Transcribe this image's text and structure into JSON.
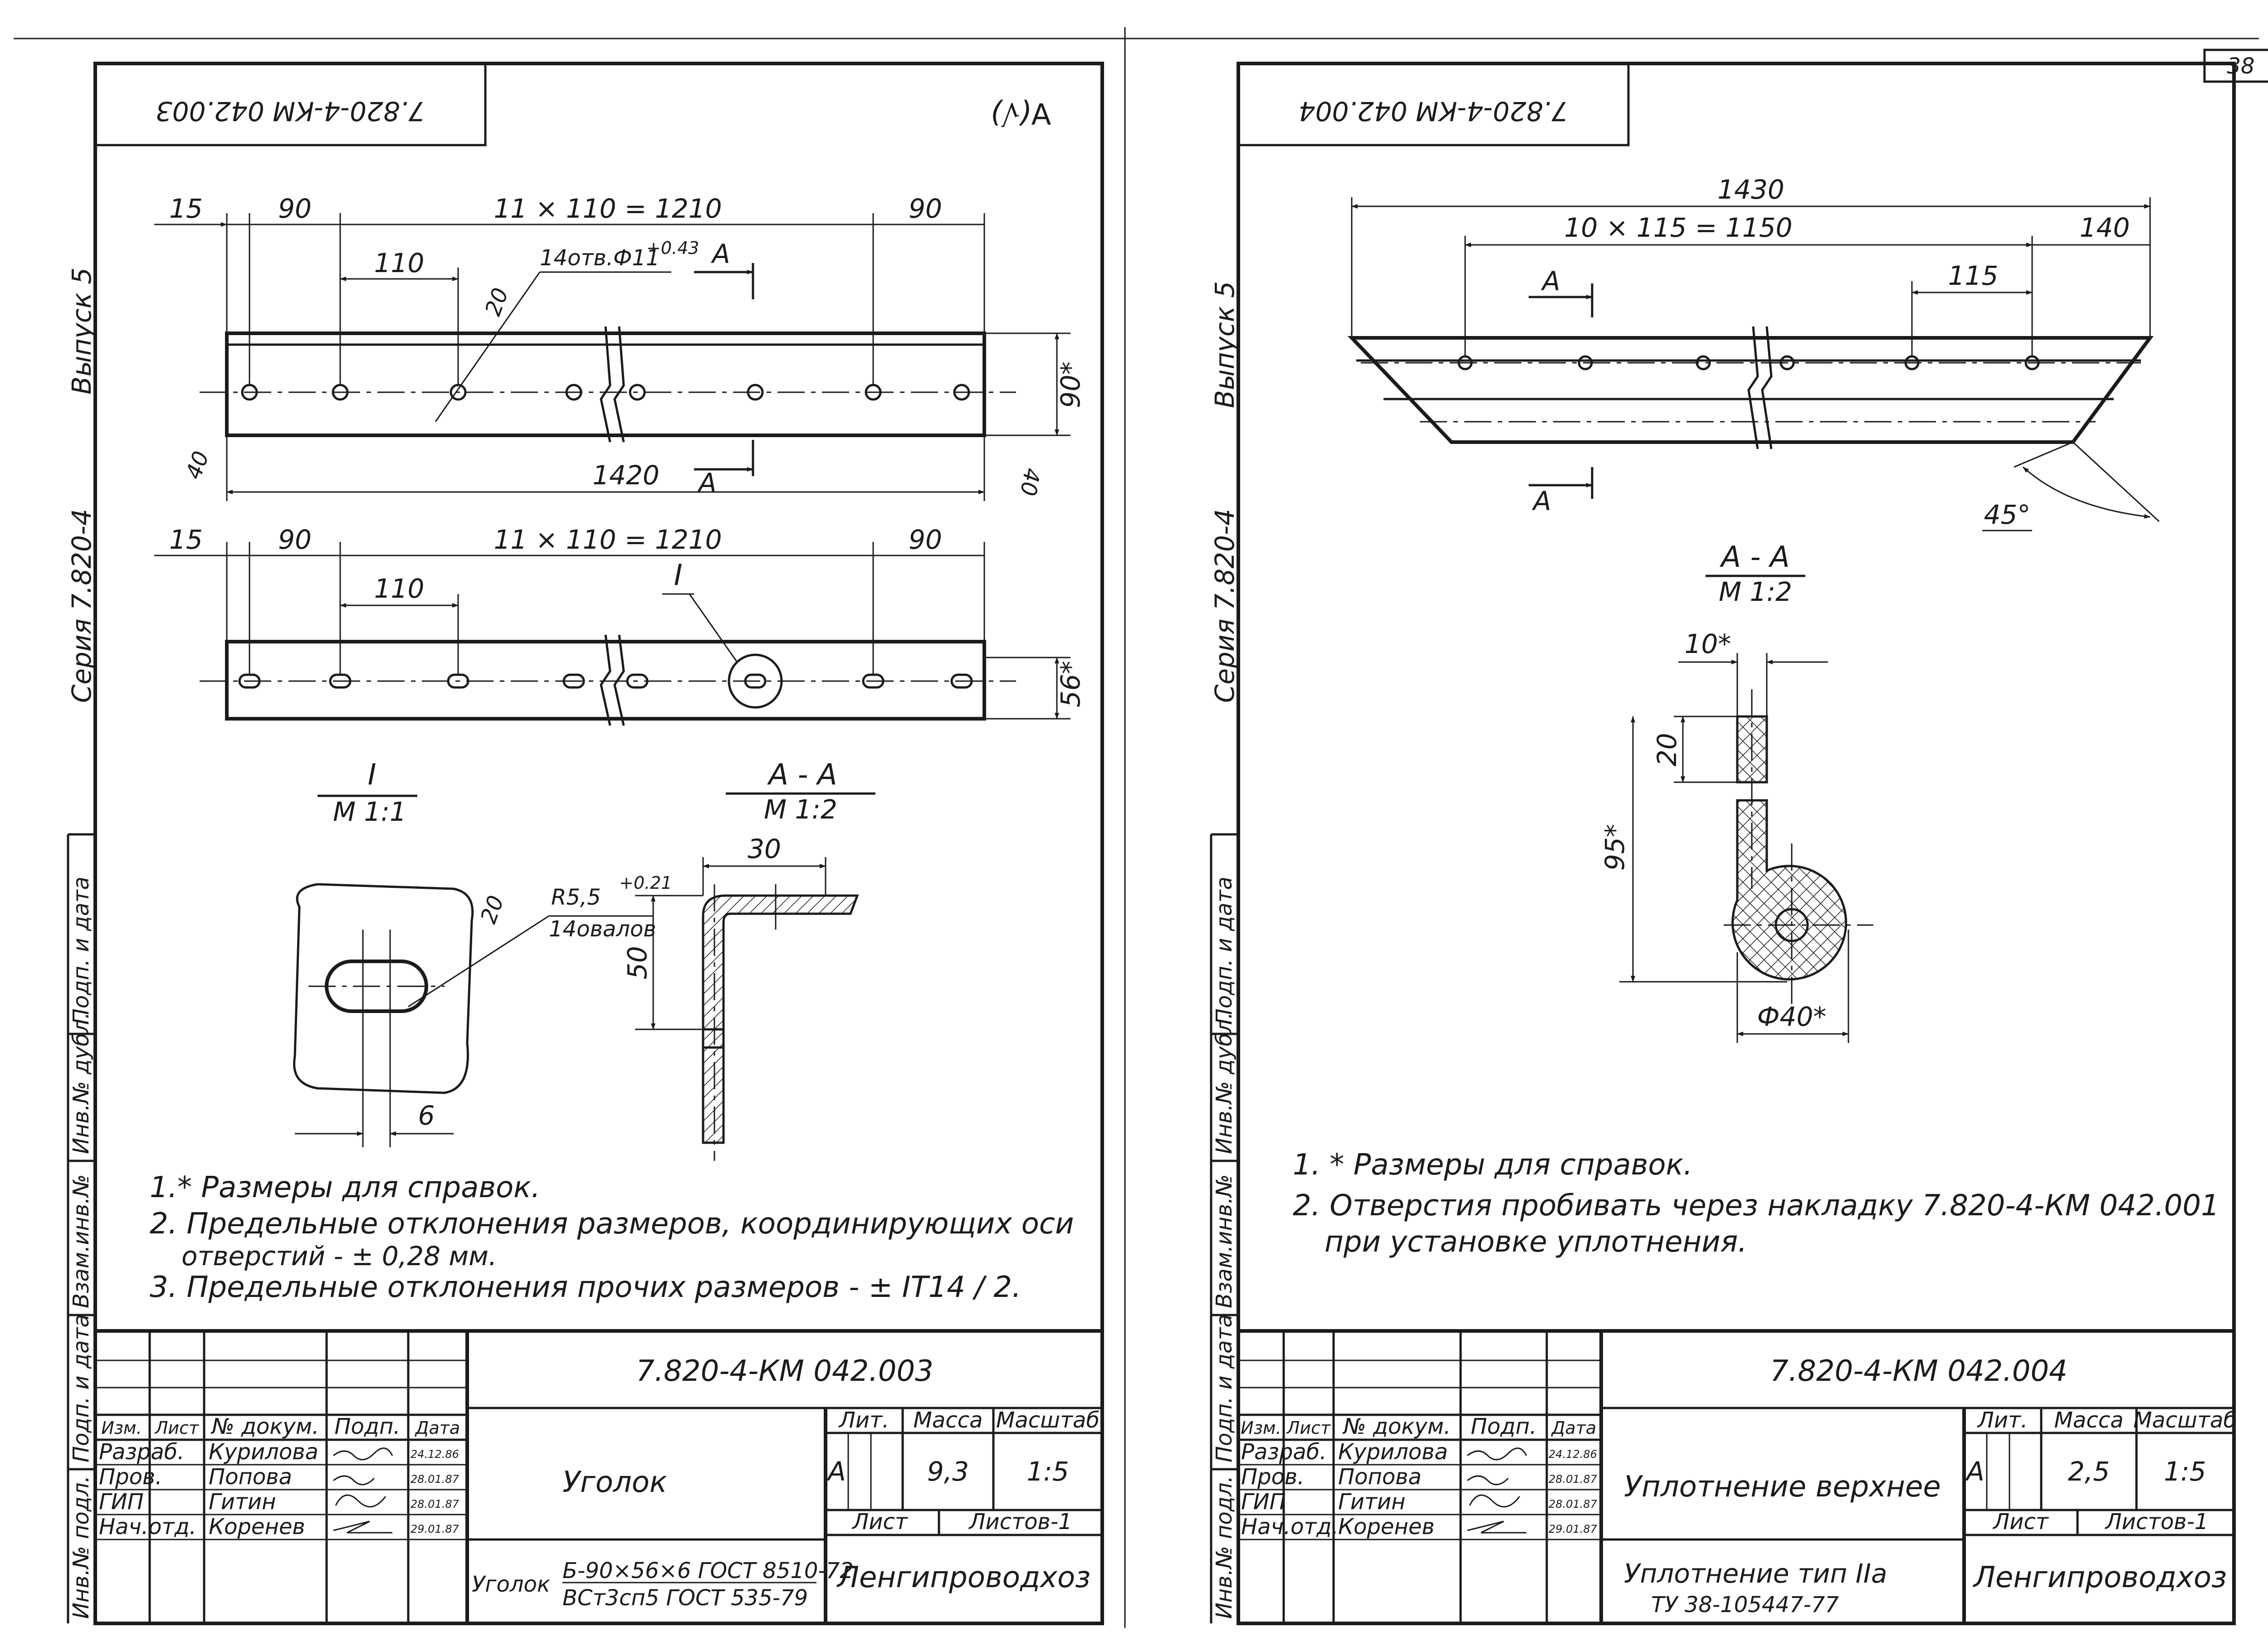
{
  "page_number": "38",
  "left_sheet": {
    "stamp_code": "7.820-4-КМ 042.003",
    "roughness": "∀(√)",
    "side_series": "Серия  7.820-4",
    "side_issue": "Выпуск 5",
    "side_sign_date": "Подп. и дата",
    "side_inv_dubl": "Инв.№ дубл.",
    "side_vzam_inv": "Взам.инв.№",
    "side_sign_date2": "Подп. и дата",
    "side_inv_podl": "Инв.№ подл.",
    "view1": {
      "d_15": "15",
      "d_90a": "90",
      "d_total": "11 × 110 = 1210",
      "d_90b": "90",
      "d_110": "110",
      "holes": "14отв.Ф11",
      "holes_tol": "+0.43",
      "d_20": "20",
      "section": "А",
      "d_90h": "90*",
      "d_40a": "40",
      "d_40b": "40",
      "d_1420": "1420"
    },
    "view2": {
      "d_15": "15",
      "d_90a": "90",
      "d_total": "11 × 110 = 1210",
      "d_90b": "90",
      "d_110": "110",
      "detail_mark": "I",
      "d_56": "56*"
    },
    "detail_i": {
      "title": "I",
      "scale": "М 1:1",
      "radius": "R5,5",
      "radius_tol": "+0.21",
      "ovals": "14овалов",
      "d_20": "20",
      "d_6": "6"
    },
    "section_aa": {
      "title": "А - А",
      "scale": "М 1:2",
      "d_30": "30",
      "d_50": "50"
    },
    "notes": [
      "1.* Размеры для справок.",
      "2. Предельные отклонения размеров, координирующих оси",
      "отверстий - ± 0,28 мм.",
      "3. Предельные отклонения прочих размеров - ± IT14 / 2."
    ],
    "title_block": {
      "doc_code": "7.820-4-КМ 042.003",
      "headers": [
        "Изм.",
        "Лист",
        "№ докум.",
        "Подп.",
        "Дата"
      ],
      "rows": [
        {
          "role": "Разраб.",
          "name": "Курилова",
          "date": "24.12.86"
        },
        {
          "role": "Пров.",
          "name": "Попова",
          "date": "28.01.87"
        },
        {
          "role": "ГИП",
          "name": "Гитин",
          "date": "28.01.87"
        },
        {
          "role": "Нач.отд.",
          "name": "Коренев",
          "date": "29.01.87"
        }
      ],
      "name": "Уголок",
      "lit_label": "Лит.",
      "mass_label": "Масса",
      "scale_label": "Масштаб",
      "lit": "А",
      "mass": "9,3",
      "scale": "1:5",
      "sheet_label": "Лист",
      "sheets_label": "Листов-1",
      "material_prefix": "Уголок",
      "material_line1": "Б-90×56×6 ГОСТ 8510-72",
      "material_line2": "ВСт3сп5 ГОСТ 535-79",
      "org": "Ленгипроводхоз"
    }
  },
  "right_sheet": {
    "stamp_code": "7.820-4-КМ 042.004",
    "side_series": "Серия  7.820-4",
    "side_issue": "Выпуск 5",
    "side_sign_date": "Подп. и дата",
    "side_inv_dubl": "Инв.№ дубл.",
    "side_vzam_inv": "Взам.инв.№",
    "side_sign_date2": "Подп. и дата",
    "side_inv_podl": "Инв.№ подл.",
    "view1": {
      "d_1430": "1430",
      "d_total": "10 × 115 = 1150",
      "d_140": "140",
      "d_115": "115",
      "section": "А",
      "angle": "45°"
    },
    "section_aa": {
      "title": "А - А",
      "scale": "М 1:2",
      "d_10": "10*",
      "d_20": "20",
      "d_95": "95*",
      "d_40": "Ф40*"
    },
    "notes": [
      "1. * Размеры для справок.",
      "2. Отверстия пробивать через накладку 7.820-4-КМ 042.001",
      "при установке уплотнения."
    ],
    "title_block": {
      "doc_code": "7.820-4-КМ 042.004",
      "headers": [
        "Изм.",
        "Лист",
        "№ докум.",
        "Подп.",
        "Дата"
      ],
      "rows": [
        {
          "role": "Разраб.",
          "name": "Курилова",
          "date": "24.12.86"
        },
        {
          "role": "Пров.",
          "name": "Попова",
          "date": "28.01.87"
        },
        {
          "role": "ГИП",
          "name": "Гитин",
          "date": "28.01.87"
        },
        {
          "role": "Нач.отд.",
          "name": "Коренев",
          "date": "29.01.87"
        }
      ],
      "name": "Уплотнение верхнее",
      "lit_label": "Лит.",
      "mass_label": "Масса",
      "scale_label": "Масштаб",
      "lit": "А",
      "mass": "2,5",
      "scale": "1:5",
      "sheet_label": "Лист",
      "sheets_label": "Листов-1",
      "material_line1": "Уплотнение тип IIа",
      "material_line2": "ТУ 38-105447-77",
      "org": "Ленгипроводхоз"
    }
  }
}
